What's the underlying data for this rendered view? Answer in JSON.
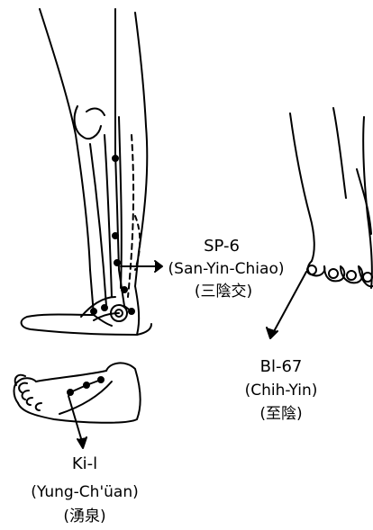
{
  "points": [
    {
      "code": "SP-6",
      "romanized": "(San-Yin-Chiao)",
      "chinese": "(三陰交)"
    },
    {
      "code": "Bl-67",
      "romanized": "(Chih-Yin)",
      "chinese": "(至陰)"
    },
    {
      "code": "Ki-l",
      "romanized": "(Yung-Ch'üan)",
      "chinese": "(湧泉)"
    }
  ],
  "colors": {
    "ink": "#000000",
    "paper": "#ffffff"
  }
}
